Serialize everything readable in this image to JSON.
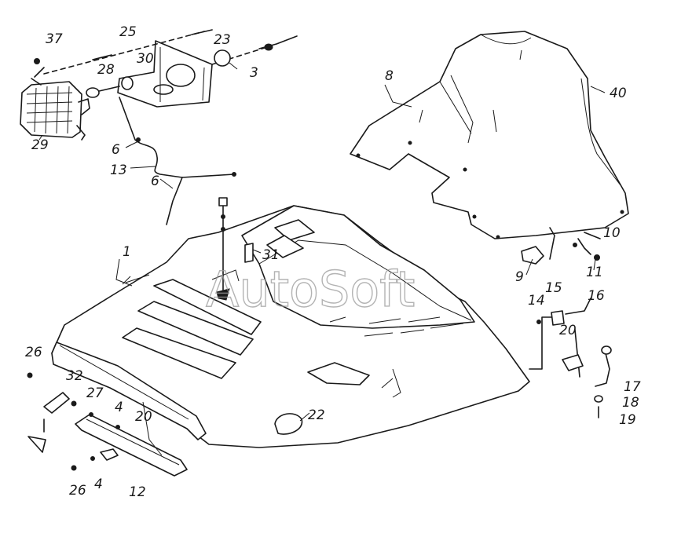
{
  "watermark": "AutoSoft",
  "callouts": {
    "c1": "1",
    "c3": "3",
    "c4a": "4",
    "c4b": "4",
    "c6a": "6",
    "c6b": "6",
    "c8": "8",
    "c9": "9",
    "c10": "10",
    "c11": "11",
    "c12": "12",
    "c13": "13",
    "c14": "14",
    "c15": "15",
    "c16": "16",
    "c17": "17",
    "c18": "18",
    "c19": "19",
    "c20a": "20",
    "c20b": "20",
    "c22": "22",
    "c23": "23",
    "c25": "25",
    "c26a": "26",
    "c26b": "26",
    "c27": "27",
    "c28": "28",
    "c29": "29",
    "c30": "30",
    "c31": "31",
    "c32": "32",
    "c37": "37",
    "c40": "40"
  }
}
